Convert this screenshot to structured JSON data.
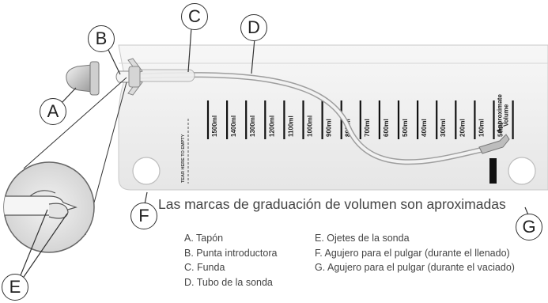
{
  "callouts": {
    "a": "A",
    "b": "B",
    "c": "C",
    "d": "D",
    "e": "E",
    "f": "F",
    "g": "G"
  },
  "volume_marks": [
    "1500ml",
    "1400ml",
    "1300ml",
    "1200ml",
    "1100ml",
    "1000ml",
    "900ml",
    "800ml",
    "700ml",
    "600ml",
    "500ml",
    "400ml",
    "300ml",
    "200ml",
    "100ml",
    "50ml"
  ],
  "volume_header": [
    "Approximate",
    "Volume"
  ],
  "tear_text": "TEAR HERE TO EMPTY",
  "caption": "Las marcas de graduación de volumen son aproximadas",
  "legend_left": [
    "A. Tapón",
    "B. Punta introductora",
    "C. Funda",
    "D. Tubo de la sonda"
  ],
  "legend_right": [
    "E. Ojetes de la sonda",
    "F. Agujero para el pulgar (durante el llenado)",
    "G. Agujero para el pulgar (durante el vaciado)"
  ]
}
